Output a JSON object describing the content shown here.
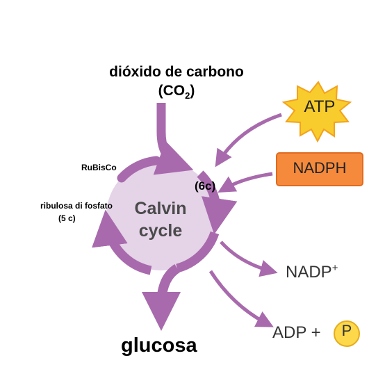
{
  "inputs": {
    "co2_title": "dióxido de carbono",
    "co2_formula_main": "(CO",
    "co2_formula_sub": "2",
    "co2_formula_end": ")",
    "atp": "ATP",
    "nadph": "NADPH"
  },
  "cycle": {
    "title_line1": "Calvin",
    "title_line2": "cycle",
    "enzyme": "RuBisCo",
    "intermediate": "(6c)",
    "regenerated": "ribulosa di fosfato",
    "regenerated_carbons": "(5 c)"
  },
  "outputs": {
    "nadp_main": "NADP",
    "nadp_sup": "+",
    "adp": "ADP +",
    "phosphate": "P",
    "glucose": "glucosa"
  },
  "colors": {
    "arrow": "#a86aad",
    "cycle_fill": "#e5d3e8",
    "atp_burst": "#f7cc2c",
    "nadph_box": "#f58a3c",
    "phosphate_circle": "#fcd84a"
  }
}
